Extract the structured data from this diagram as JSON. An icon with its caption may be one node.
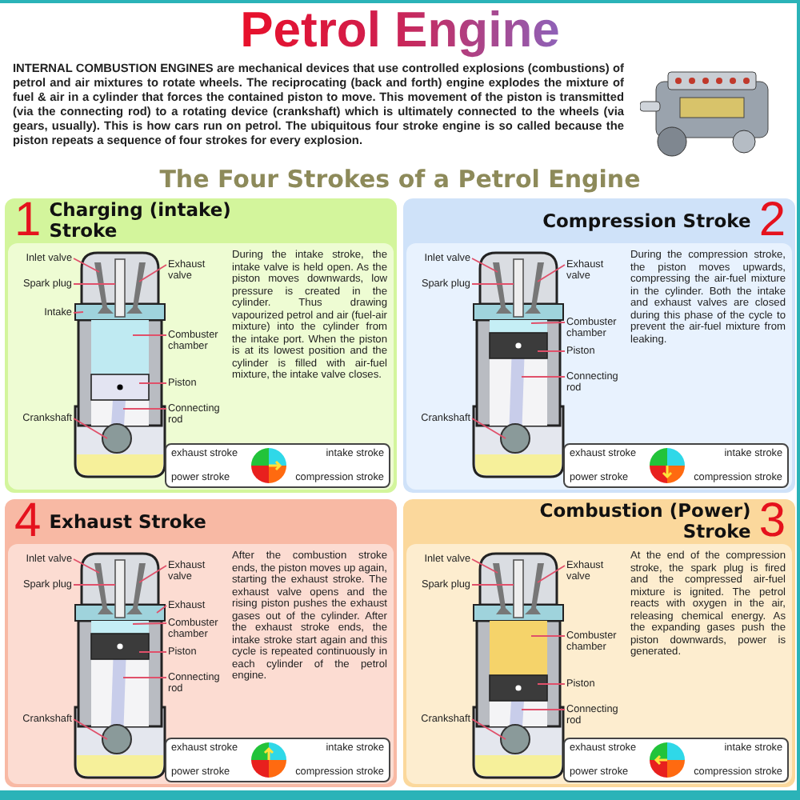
{
  "diagram": {
    "title": "Petrol Engine",
    "nodes": [
      {
        "text": [
          "1",
          "Charging (intake) Stroke",
          "During the intake stroke, the intake valve is held open. As the piston moves downwards, low pressure is created in the cylinder. Thus drawing vapourized petrol and air (fuel-air mixture) into the cylinder from the intake port. When the piston is at its lowest position and the cylinder is filled with air-fuel mixture, the intake valve closes."
        ]
      },
      {
        "text": [
          "Inlet valve"
        ],
        "in": 0
      },
      {
        "text": [
          "Exhaust valve"
        ],
        "in": 0
      },
      {
        "text": [
          "Intake"
        ],
        "in": 0
      },
      {
        "text": [
          "Combuster chamber"
        ],
        "in": 0
      },
      {
        "text": [
          "Piston"
        ],
        "in": 0
      },
      {
        "text": [
          "Connecting rod"
        ],
        "in": 0
      },
      {
        "text": [
          "Spark plug"
        ],
        "in": 0
      },
      {
        "text": [
          "Crankshaft"
        ],
        "in": 0
      },
      {
        "text": [
          "exhaust stroke",
          "intake stroke",
          "power stroke",
          "compression stroke"
        ],
        "in": 0
      },
      {
        "text": [
          "Compression Stroke",
          "2",
          "During the compression stroke, the piston moves upwards, compressing the air-fuel mixture in the cylinder. Both the intake and exhaust valves are closed during this phase of the cycle to prevent the air-fuel mixture from leaking."
        ]
      },
      {
        "text": [
          "Inlet valve"
        ],
        "in": 10
      },
      {
        "text": [
          "Exhaust valve"
        ],
        "in": 10
      },
      {
        "text": [
          "Combuster chamber"
        ],
        "in": 10
      },
      {
        "text": [
          "Spark plug"
        ],
        "in": 10
      },
      {
        "text": [
          "Piston"
        ],
        "in": 10
      },
      {
        "text": [
          "Connecting rod"
        ],
        "in": 10
      },
      {
        "text": [
          "Crankshaft"
        ],
        "in": 10
      },
      {
        "text": [
          "exhaust stroke",
          "intake stroke",
          "power stroke",
          "compression stroke"
        ],
        "in": 10
      },
      {
        "text": [
          "4",
          "Exhaust Stroke",
          "After the combustion stroke ends, the piston moves up again, starting the exhaust stroke. The exhaust valve opens and the rising piston pushes the exhaust gases out of the cylinder. After the exhaust stroke ends, the intake stroke start again and this cycle is repeated continuously in each cylinder of the petrol engine."
        ]
      },
      {
        "text": [
          "Inlet valve"
        ],
        "in": 19
      },
      {
        "text": [
          "Exhaust valve"
        ],
        "in": 19
      },
      {
        "text": [
          "Exhaust"
        ],
        "in": 19
      },
      {
        "text": [
          "Combuster chamber"
        ],
        "in": 19
      },
      {
        "text": [
          "Piston"
        ],
        "in": 19
      },
      {
        "text": [
          "Connecting rod"
        ],
        "in": 19
      },
      {
        "text": [
          "Spark plug"
        ],
        "in": 19
      },
      {
        "text": [
          "Crankshaft"
        ],
        "in": 19
      },
      {
        "text": [
          "exhaust stroke",
          "intake stroke",
          "power stroke",
          "compression stroke"
        ],
        "in": 19
      },
      {
        "text": [
          "Combustion (Power) Stroke",
          "3",
          "At the end of the compression stroke, the spark plug is fired and the compressed air-fuel mixture is ignited. The petrol reacts with oxygen in the air, releasing chemical energy. As the expanding gases push the piston downwards, power is generated."
        ]
      },
      {
        "text": [
          "Inlet valve"
        ],
        "in": 29
      },
      {
        "text": [
          "Exhaust valve"
        ],
        "in": 29
      },
      {
        "text": [
          "Combuster chamber"
        ],
        "in": 29
      },
      {
        "text": [
          "Spark plug"
        ],
        "in": 29
      },
      {
        "text": [
          "Piston"
        ],
        "in": 29
      },
      {
        "text": [
          "Connecting rod"
        ],
        "in": 29
      },
      {
        "text": [
          "Crankshaft"
        ],
        "in": 29
      },
      {
        "text": [
          "exhaust stroke",
          "intake stroke",
          "power stroke",
          "compression stroke"
        ],
        "in": 29
      }
    ],
    "edges": [
      {
        "from": 1,
        "to": null,
        "arrow": "none"
      },
      {
        "from": 2,
        "to": null,
        "arrow": "none"
      },
      {
        "from": 3,
        "to": null,
        "arrow": "none"
      },
      {
        "from": 4,
        "to": null,
        "arrow": "none"
      },
      {
        "from": 5,
        "to": null,
        "arrow": "none"
      },
      {
        "from": 6,
        "to": null,
        "arrow": "none"
      },
      {
        "from": 7,
        "to": null,
        "arrow": "none"
      },
      {
        "from": 8,
        "to": null,
        "arrow": "none"
      },
      {
        "from": 11,
        "to": null,
        "arrow": "none"
      },
      {
        "from": 12,
        "to": null,
        "arrow": "none"
      },
      {
        "from": 13,
        "to": null,
        "arrow": "none"
      },
      {
        "from": 14,
        "to": null,
        "arrow": "none"
      },
      {
        "from": 15,
        "to": null,
        "arrow": "none"
      },
      {
        "from": 16,
        "to": null,
        "arrow": "none"
      },
      {
        "from": 17,
        "to": null,
        "arrow": "none"
      },
      {
        "from": 20,
        "to": null,
        "arrow": "none"
      },
      {
        "from": 21,
        "to": null,
        "arrow": "none"
      },
      {
        "from": 22,
        "to": null,
        "arrow": "none"
      },
      {
        "from": 23,
        "to": null,
        "arrow": "none"
      },
      {
        "from": 24,
        "to": null,
        "arrow": "none"
      },
      {
        "from": 25,
        "to": null,
        "arrow": "none"
      },
      {
        "from": 26,
        "to": null,
        "arrow": "none"
      },
      {
        "from": 27,
        "to": null,
        "arrow": "none"
      },
      {
        "from": 30,
        "to": null,
        "arrow": "none"
      },
      {
        "from": 31,
        "to": null,
        "arrow": "none"
      },
      {
        "from": 32,
        "to": null,
        "arrow": "none"
      },
      {
        "from": 33,
        "to": null,
        "arrow": "none"
      },
      {
        "from": 34,
        "to": null,
        "arrow": "none"
      },
      {
        "from": 35,
        "to": null,
        "arrow": "none"
      },
      {
        "from": 36,
        "to": null,
        "arrow": "none"
      }
    ],
    "labels": [
      "INTERNAL COMBUSTION ENGINES are mechanical devices that use controlled explosions (combustions) of petrol and air mixtures to rotate wheels. The reciprocating (back and forth) engine explodes the mixture of fuel & air in a cylinder that forces the contained piston to move. This movement of the piston is transmitted (via the connecting rod) to a rotating device (crankshaft) which is ultimately connected to the wheels (via gears, usually). This is how cars run on petrol. The ubiquitous four stroke engine is so called because the piston repeats a sequence of four strokes for every explosion.",
      "The Four Strokes of a Petrol Engine"
    ]
  }
}
